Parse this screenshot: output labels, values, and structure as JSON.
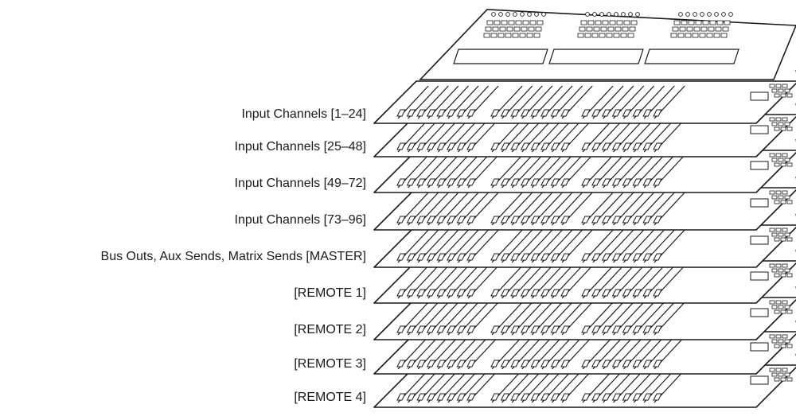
{
  "diagram": {
    "layers": [
      {
        "label": "Input Channels [1–24]"
      },
      {
        "label": "Input Channels [25–48]"
      },
      {
        "label": "Input Channels [49–72]"
      },
      {
        "label": "Input Channels [73–96]"
      },
      {
        "label": "Bus Outs, Aux Sends, Matrix Sends [MASTER]"
      },
      {
        "label": "[REMOTE 1]"
      },
      {
        "label": "[REMOTE 2]"
      },
      {
        "label": "[REMOTE 3]"
      },
      {
        "label": "[REMOTE 4]"
      }
    ],
    "colors": {
      "line": "#1a1a1a",
      "fill": "#ffffff",
      "text": "#1a1a1a"
    }
  }
}
